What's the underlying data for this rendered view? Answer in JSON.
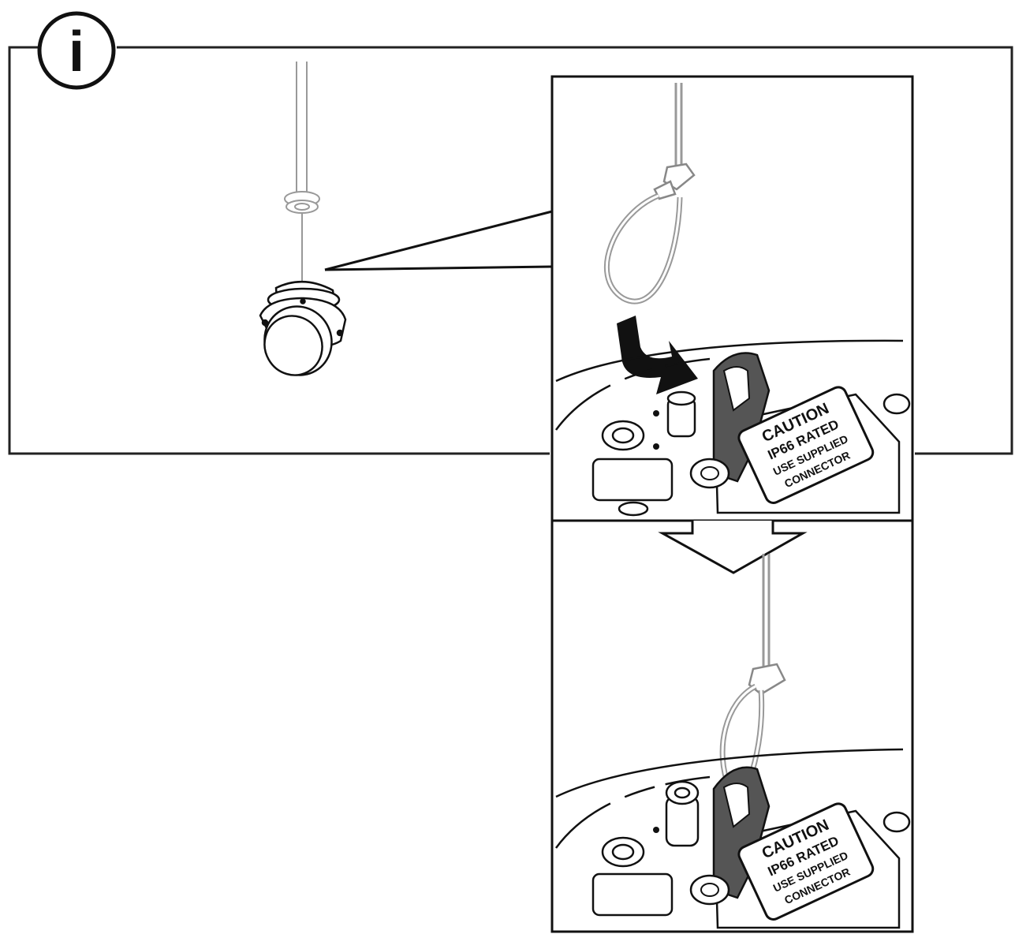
{
  "info_icon": {
    "icon": "info-icon",
    "glyph": "i"
  },
  "caution_label": {
    "line1": "CAUTION",
    "line2": "IP66 RATED",
    "line3": "USE SUPPLIED",
    "line4": "CONNECTOR"
  },
  "colors": {
    "line": "#111111",
    "cord": "#999999",
    "fill": "#ffffff",
    "panel_shade": "#f2f2f2",
    "clip": "#555555"
  }
}
